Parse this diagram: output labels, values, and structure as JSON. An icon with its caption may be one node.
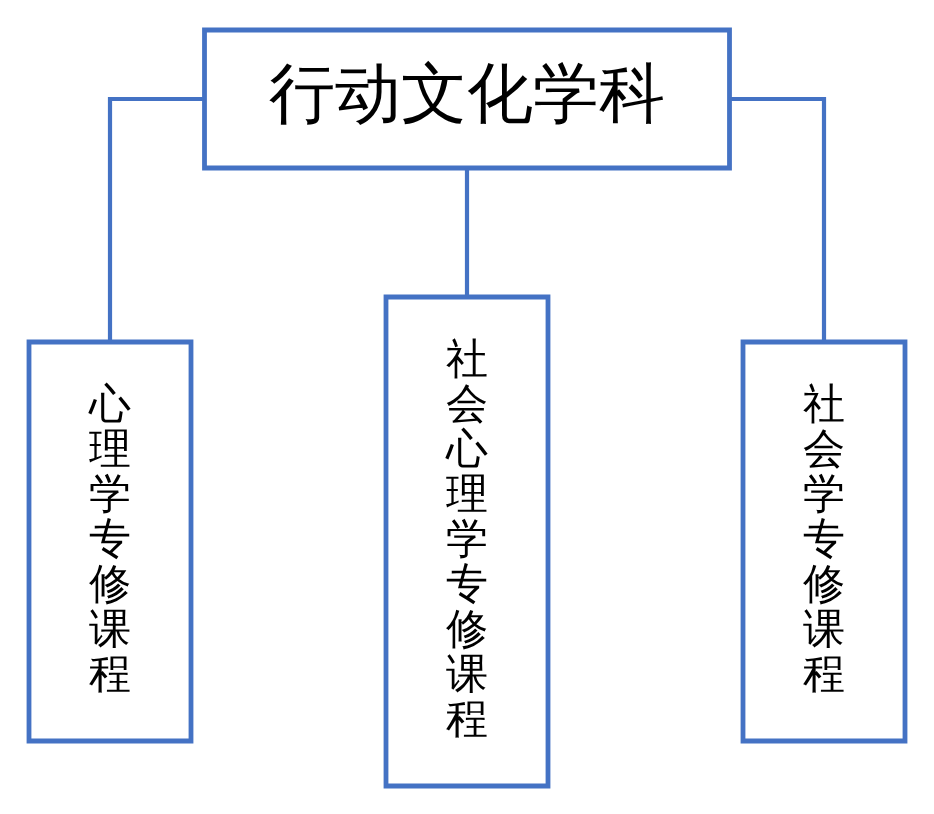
{
  "diagram": {
    "nodes": [
      {
        "text": [
          "行动文化学科"
        ]
      },
      {
        "text": [
          "心理学专修课程"
        ]
      },
      {
        "text": [
          "社会心理学专修课程"
        ]
      },
      {
        "text": [
          "社会学专修课程"
        ]
      }
    ],
    "edges": [
      {
        "from": 0,
        "to": 1,
        "arrow": "none"
      },
      {
        "from": 0,
        "to": 2,
        "arrow": "none"
      },
      {
        "from": 0,
        "to": 3,
        "arrow": "none"
      }
    ]
  }
}
